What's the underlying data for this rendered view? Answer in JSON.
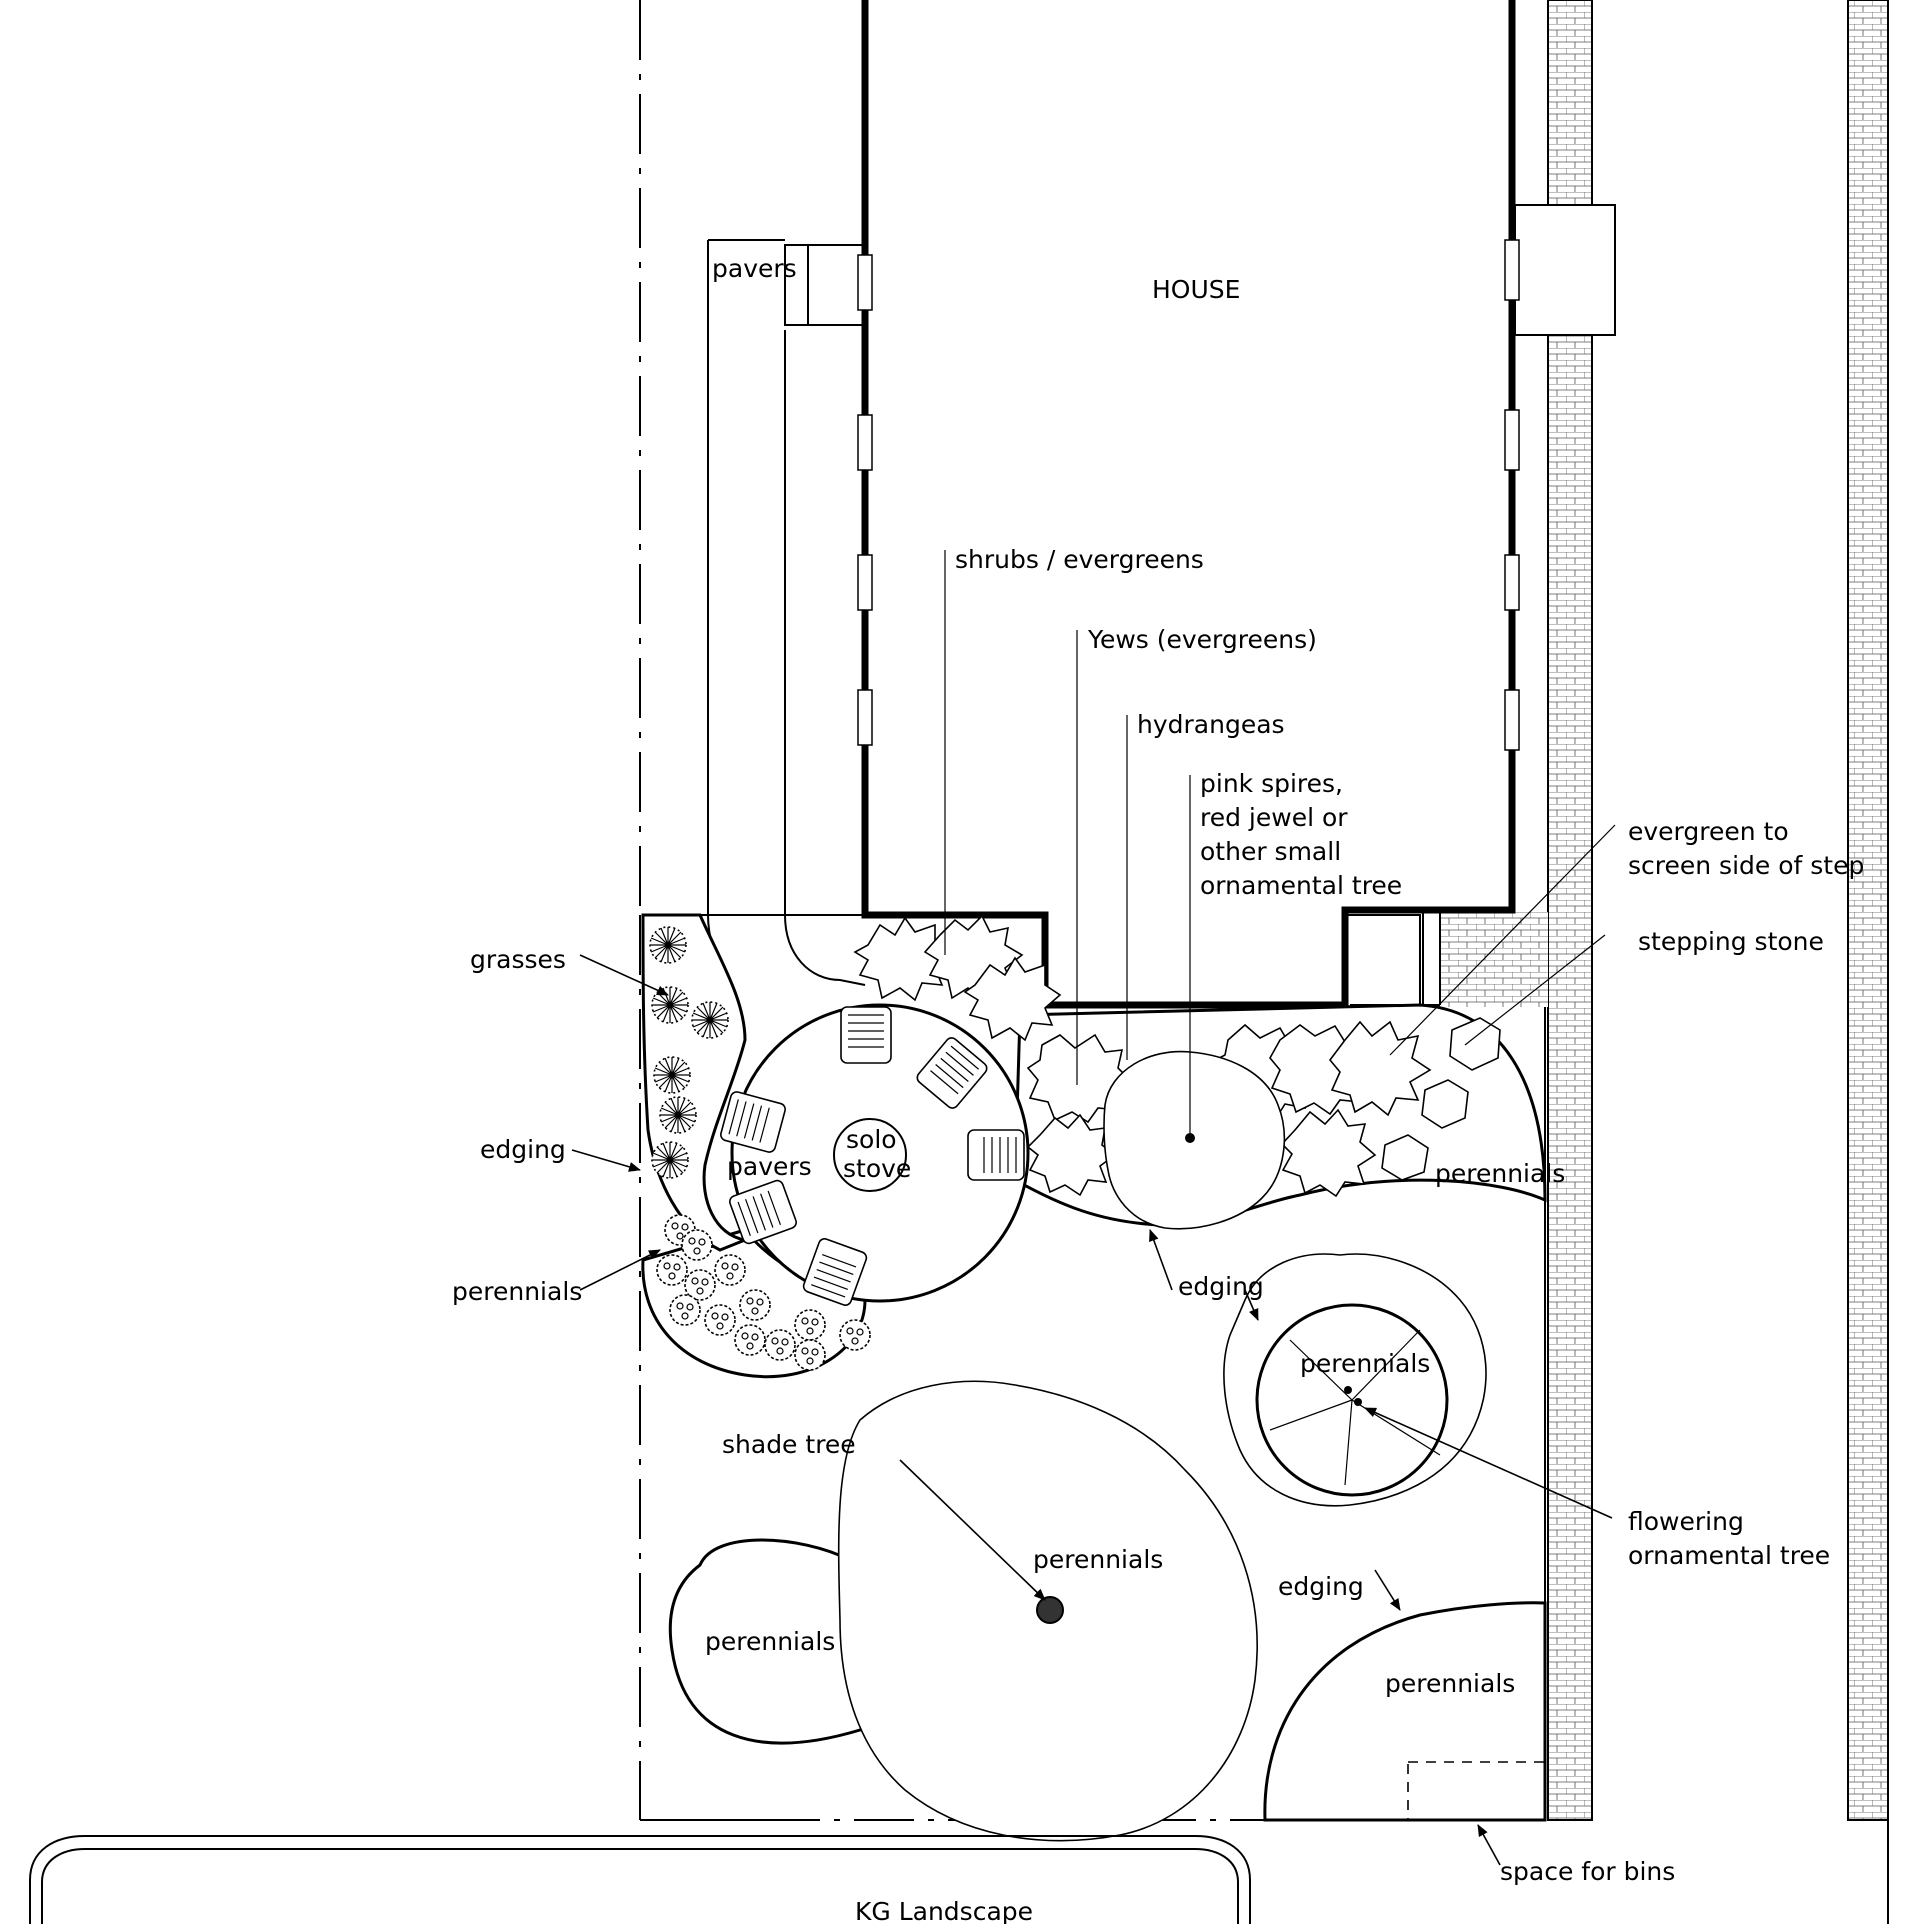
{
  "labels": {
    "pavers_top": "pavers",
    "house": "HOUSE",
    "shrubs_evergreens": "shrubs / evergreens",
    "yews": "Yews (evergreens)",
    "hydrangeas": "hydrangeas",
    "ornamental_tree_lines": [
      "pink spires,",
      "red jewel or",
      "other small",
      "ornamental tree"
    ],
    "evergreen_screen_lines": [
      "evergreen to",
      "screen side of step"
    ],
    "stepping_stone": "stepping stone",
    "grasses": "grasses",
    "edging_left": "edging",
    "perennials_left": "perennials",
    "solo_stove_lines": [
      "solo",
      "stove"
    ],
    "pavers_patio": "pavers",
    "perennials_right_of_patio": "perennials",
    "edging_center": "edging",
    "perennials_circle": "perennials",
    "flowering_tree_lines": [
      "flowering",
      "ornamental tree"
    ],
    "shade_tree": "shade tree",
    "perennials_shade_right": "perennials",
    "perennials_shade_left": "perennials",
    "edging_bottom": "edging",
    "perennials_bottom_right": "perennials",
    "space_for_bins": "space for bins",
    "title_block": "KG Landscape"
  },
  "colors": {
    "ink": "#000000",
    "paper": "#ffffff"
  }
}
